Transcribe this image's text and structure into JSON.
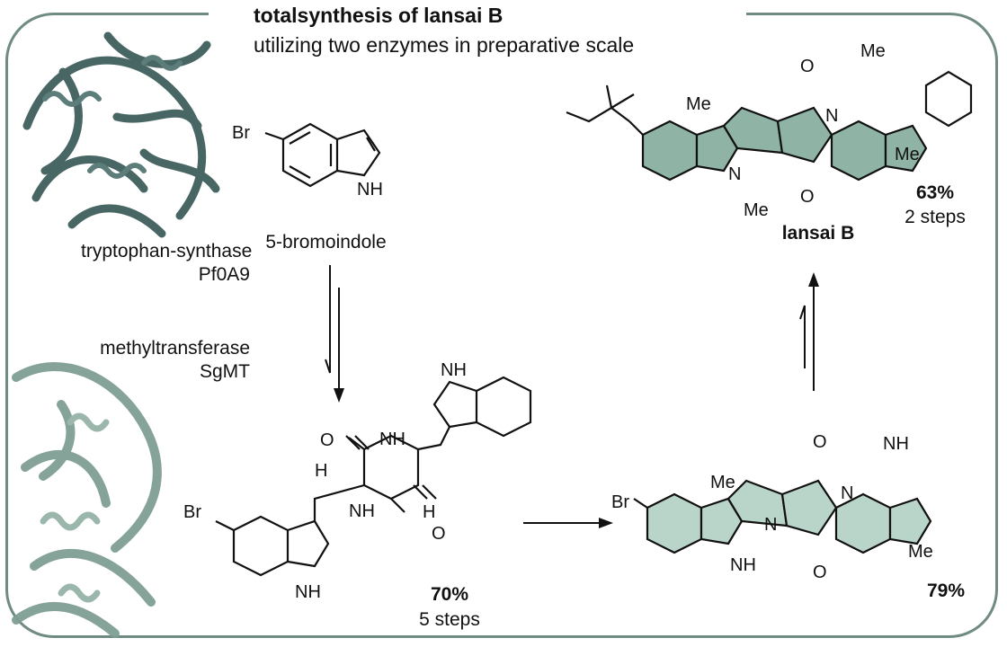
{
  "header": {
    "title": "totalsynthesis of lansai B",
    "subtitle": "utilizing two enzymes in preparative scale"
  },
  "enzymes": [
    {
      "name": "tryptophan-synthase",
      "id": "Pf0A9"
    },
    {
      "name": "methyltransferase",
      "id": "SgMT"
    }
  ],
  "start_material": {
    "name": "5-bromoindole"
  },
  "product": {
    "name": "lansai B",
    "yield": "63%",
    "steps": "2 steps"
  },
  "diketopiperazine": {
    "yield": "70%",
    "steps": "5 steps"
  },
  "dimer_intermediate": {
    "yield": "79%"
  },
  "atom_labels": {
    "br": "Br",
    "me": "Me",
    "nh": "NH",
    "n": "N",
    "h": "H",
    "o": "O"
  },
  "colors": {
    "frame": "#6f8b82",
    "ring_fill_dark": "#8fb3a4",
    "ring_fill_light": "#b9d4c8",
    "protein_dark": "#3f5f5c",
    "protein_light": "#7f9f93"
  }
}
